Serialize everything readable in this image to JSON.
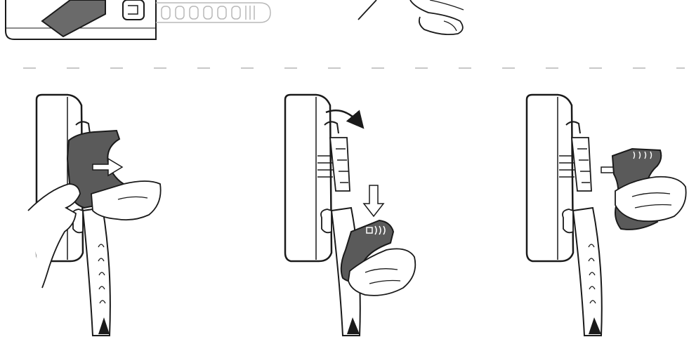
{
  "colors": {
    "background": "#ffffff",
    "outline": "#1a1a1a",
    "light_outline": "#b8b8b8",
    "tool_fill": "#5a5a5a",
    "tool_dark": "#3e3e3e",
    "arrow_fill": "#ffffff"
  },
  "icons": {
    "separator": "dashed-divider",
    "step_1": "clip-removal-tool-push-in",
    "step_2": "clip-removal-tool-rotate-down",
    "step_3": "clip-removal-tool-pull-out"
  }
}
